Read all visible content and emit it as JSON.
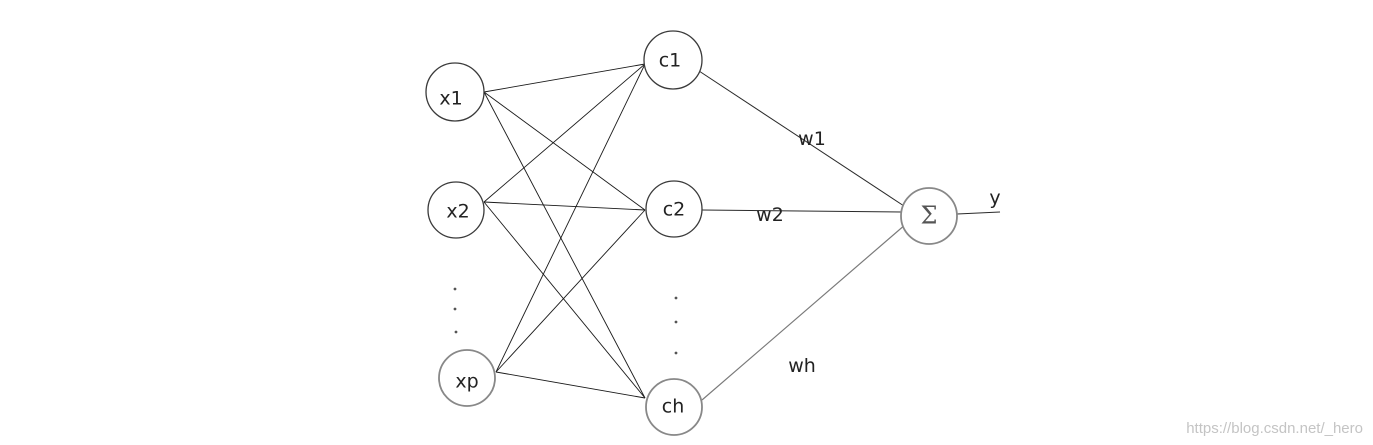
{
  "diagram": {
    "inputs": [
      {
        "id": "x1",
        "label": "x1"
      },
      {
        "id": "x2",
        "label": "x2"
      },
      {
        "id": "xp",
        "label": "xp"
      }
    ],
    "hidden": [
      {
        "id": "c1",
        "label": "c1"
      },
      {
        "id": "c2",
        "label": "c2"
      },
      {
        "id": "ch",
        "label": "ch"
      }
    ],
    "output": {
      "id": "sum",
      "symbol": "Σ",
      "label": "y"
    },
    "weights": [
      {
        "from": "c1",
        "label": "w1"
      },
      {
        "from": "c2",
        "label": "w2"
      },
      {
        "from": "ch",
        "label": "wh"
      }
    ]
  },
  "watermark": "https://blog.csdn.net/_hero"
}
